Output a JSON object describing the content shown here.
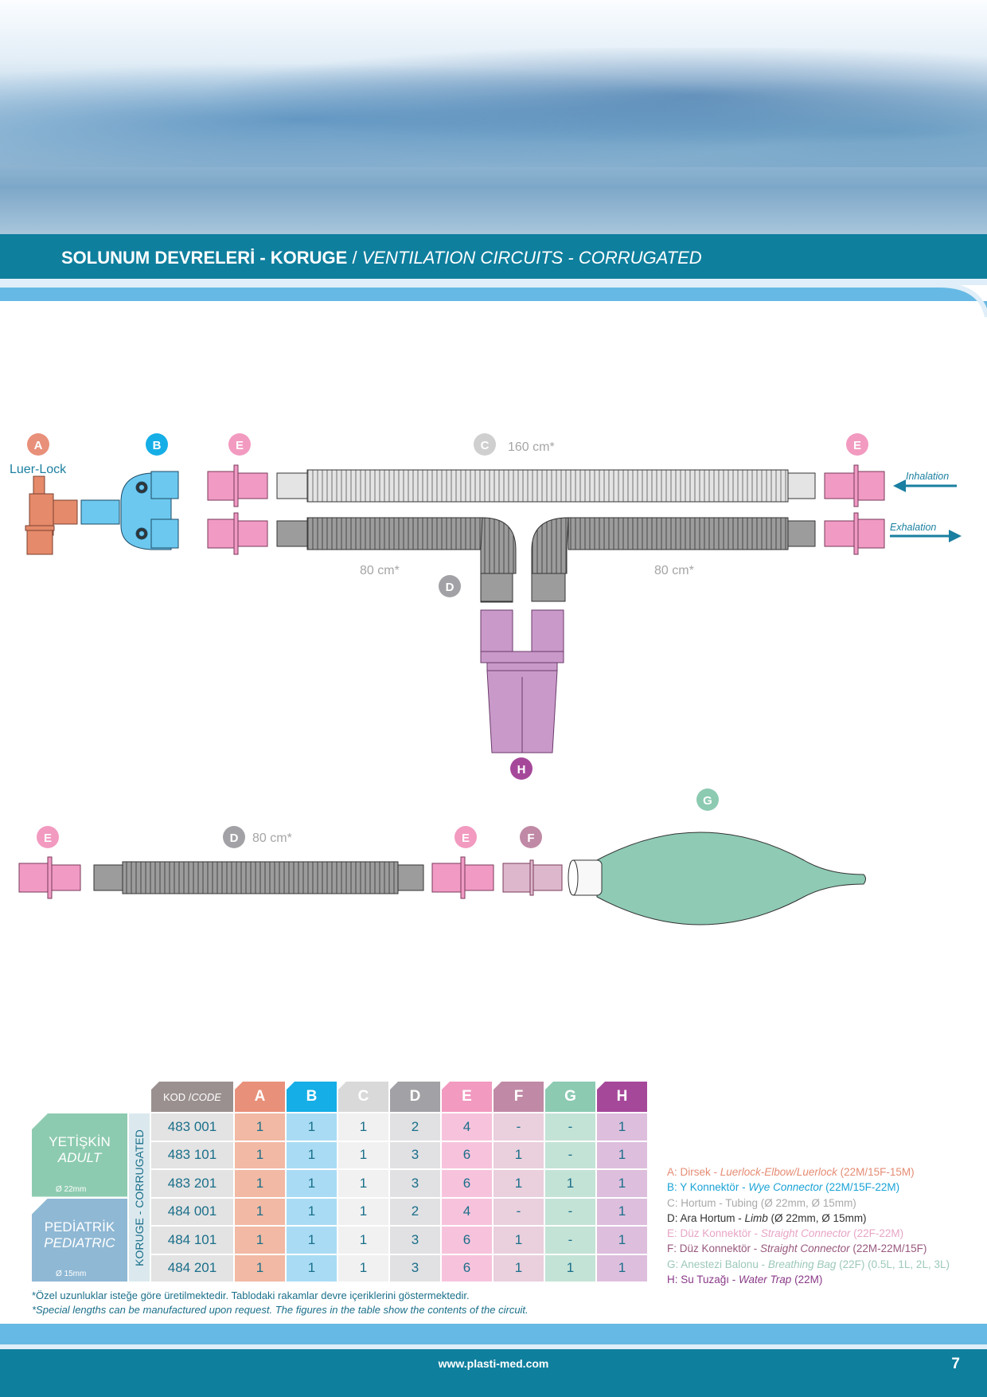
{
  "header": {
    "title_tr": "SOLUNUM DEVRELERİ - KORUGE",
    "separator": " / ",
    "title_en": "VENTILATION CIRCUITS - CORRUGATED"
  },
  "diagram": {
    "labels": {
      "A": "A",
      "B": "B",
      "C": "C",
      "D": "D",
      "E": "E",
      "F": "F",
      "G": "G",
      "H": "H"
    },
    "luer_lock": "Luer-Lock",
    "c_length": "160 cm*",
    "d_length_left": "80 cm*",
    "d_length_right": "80 cm*",
    "d_length_row2": "80 cm*",
    "inhalation": "Inhalation",
    "exhalation": "Exhalation"
  },
  "table": {
    "code_header": "KOD / ",
    "code_header_en": "CODE",
    "columns": [
      "A",
      "B",
      "C",
      "D",
      "E",
      "F",
      "G",
      "H"
    ],
    "side_label": "KORUGE - CORRUGATED",
    "groups": [
      {
        "tr": "YETİŞKİN",
        "en": "ADULT",
        "size": "Ø 22mm"
      },
      {
        "tr": "PEDİATRİK",
        "en": "PEDIATRIC",
        "size": "Ø 15mm"
      }
    ],
    "rows": [
      {
        "code": "483 001",
        "values": [
          "1",
          "1",
          "1",
          "2",
          "4",
          "-",
          "-",
          "1"
        ]
      },
      {
        "code": "483 101",
        "values": [
          "1",
          "1",
          "1",
          "3",
          "6",
          "1",
          "-",
          "1"
        ]
      },
      {
        "code": "483 201",
        "values": [
          "1",
          "1",
          "1",
          "3",
          "6",
          "1",
          "1",
          "1"
        ]
      },
      {
        "code": "484 001",
        "values": [
          "1",
          "1",
          "1",
          "2",
          "4",
          "-",
          "-",
          "1"
        ]
      },
      {
        "code": "484 101",
        "values": [
          "1",
          "1",
          "1",
          "3",
          "6",
          "1",
          "-",
          "1"
        ]
      },
      {
        "code": "484 201",
        "values": [
          "1",
          "1",
          "1",
          "3",
          "6",
          "1",
          "1",
          "1"
        ]
      }
    ],
    "header_colors": [
      "#e8907a",
      "#16aee6",
      "#d9d9d9",
      "#a2a2a6",
      "#f29ac0",
      "#c08aa6",
      "#8ccab2",
      "#a6489a"
    ],
    "cell_colors": [
      "#f2b9a4",
      "#a9dcf4",
      "#f1f1f1",
      "#e1e1e3",
      "#f7c3dc",
      "#eacfdd",
      "#c3e3d6",
      "#ddbedd"
    ]
  },
  "legend": [
    {
      "tr": "A: Dirsek - ",
      "en": "Luerlock-Elbow/Luerlock",
      "spec": " (22M/15F-15M)",
      "color": "#e58c74"
    },
    {
      "tr": "B: Y Konnektör - ",
      "en": "Wye Connector",
      "spec": " (22M/15F-22M)",
      "color": "#1aa3d6"
    },
    {
      "tr": "C: Hortum - Tubing ",
      "en": "",
      "spec": " (Ø 22mm, Ø 15mm)",
      "color": "#a9a9a9"
    },
    {
      "tr": "D: Ara Hortum - ",
      "en": "Limb",
      "spec": " (Ø 22mm, Ø 15mm)",
      "color": "#333333"
    },
    {
      "tr": "E: Düz Konnektör - ",
      "en": "Straight Connector",
      "spec": " (22F-22M)",
      "color": "#e7a5c5"
    },
    {
      "tr": "F: Düz Konnektör - ",
      "en": "Straight Connector",
      "spec": " (22M-22M/15F)",
      "color": "#98587e"
    },
    {
      "tr": "G: Anestezi Balonu - ",
      "en": "Breathing Bag",
      "spec": " (22F) (0.5L, 1L, 2L, 3L)",
      "color": "#9cc9b9"
    },
    {
      "tr": "H: Su Tuzağı - ",
      "en": "Water Trap",
      "spec": " (22M)",
      "color": "#8a3a88"
    }
  ],
  "notes": {
    "tr": "*Özel uzunluklar isteğe göre üretilmektedir. Tablodaki rakamlar devre içeriklerini göstermektedir.",
    "en": "*Special lengths can be manufactured upon request. The figures in the table show the contents of the circuit."
  },
  "footer": {
    "url": "www.plasti-med.com",
    "page": "7"
  }
}
